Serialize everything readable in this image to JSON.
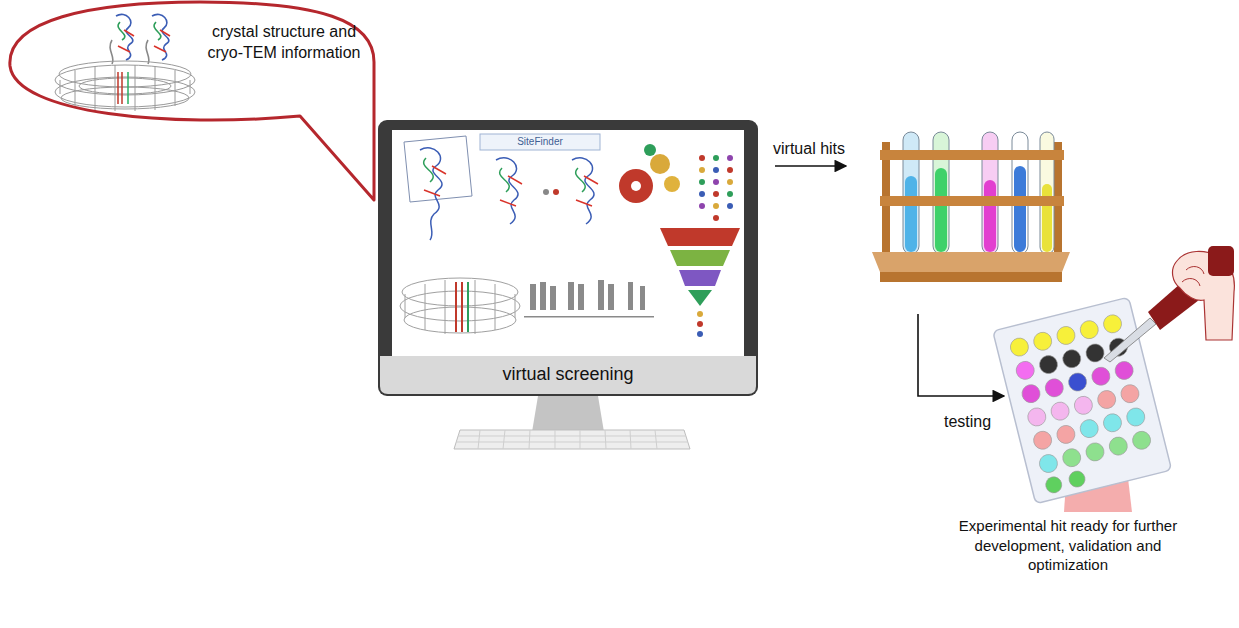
{
  "diagram": {
    "nodes": [
      {
        "text": [
          "crystal structure and cryo-TEM information"
        ]
      },
      {
        "text": [
          "virtual screening"
        ]
      },
      {
        "text": [
          "Experimental hit ready for further development, validation and optimization"
        ]
      }
    ],
    "labels": [
      "SiteFinder",
      "virtual hits",
      "testing"
    ]
  }
}
